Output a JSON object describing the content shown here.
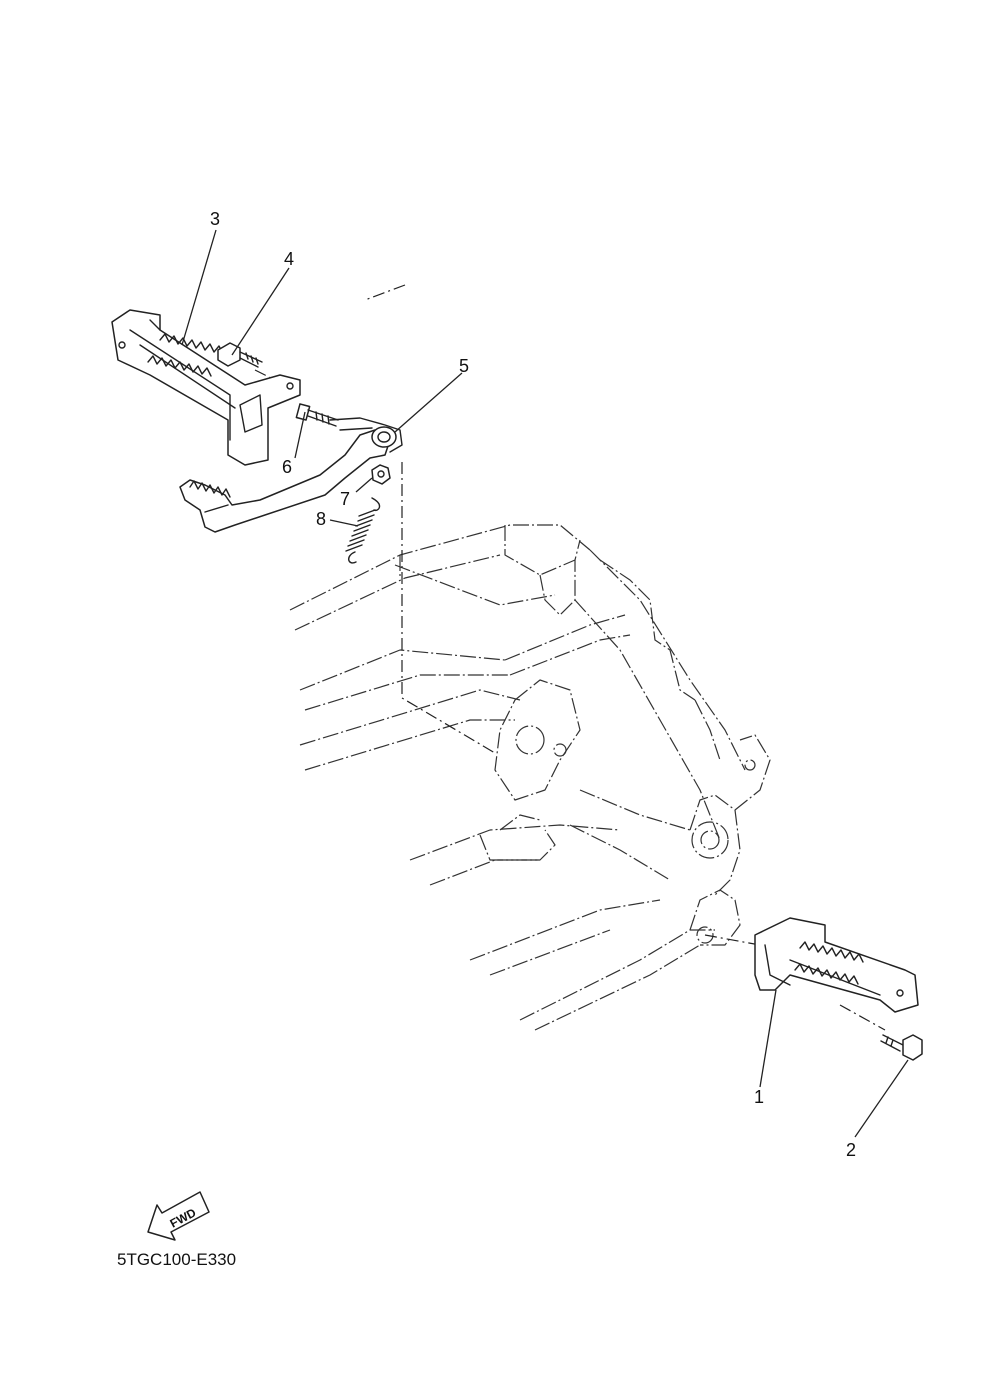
{
  "callouts": [
    {
      "id": "1",
      "label": "1"
    },
    {
      "id": "2",
      "label": "2"
    },
    {
      "id": "3",
      "label": "3"
    },
    {
      "id": "4",
      "label": "4"
    },
    {
      "id": "5",
      "label": "5"
    },
    {
      "id": "6",
      "label": "6"
    },
    {
      "id": "7",
      "label": "7"
    },
    {
      "id": "8",
      "label": "8"
    }
  ],
  "fwd_arrow": {
    "label": "FWD"
  },
  "diagram_code": "5TGC100-E330"
}
